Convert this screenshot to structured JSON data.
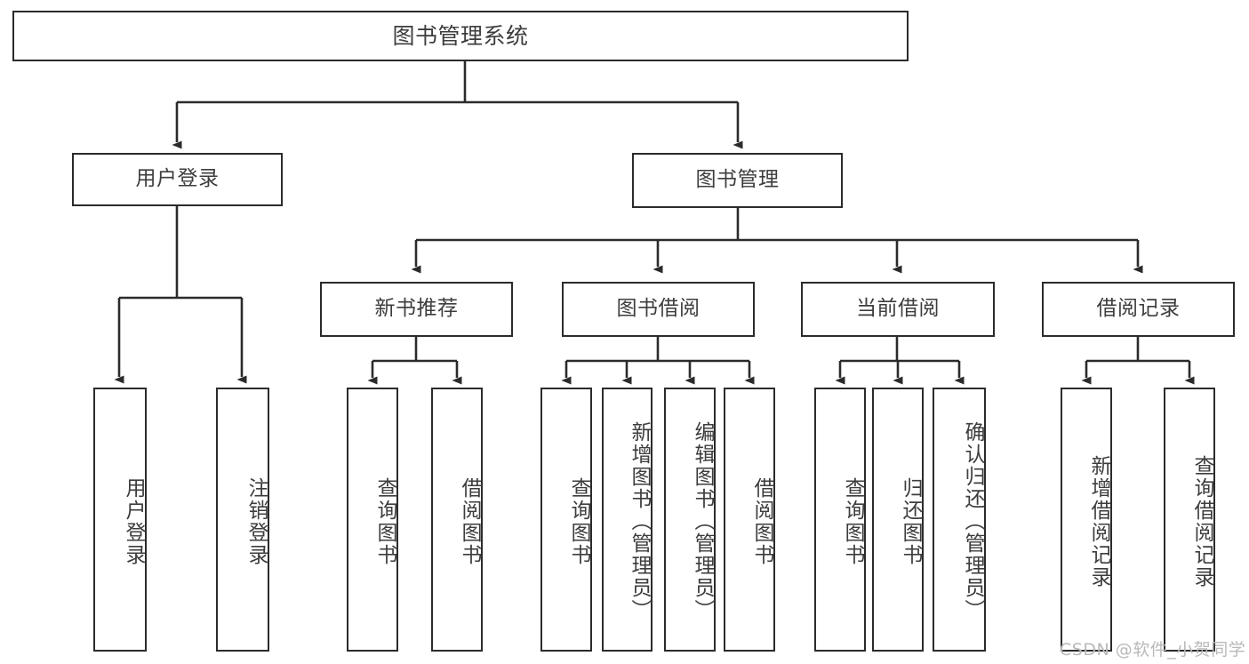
{
  "diagram": {
    "type": "hierarchy-tree",
    "title": "图书管理系统",
    "watermark": "CSDN @软件_小贺同学",
    "colors": {
      "stroke": "#2b2b2b",
      "text": "#3d3d3d",
      "background": "#ffffff",
      "watermark": "#b9b9b9"
    },
    "levels": {
      "root": "图书管理系统",
      "level2": [
        "用户登录",
        "图书管理"
      ],
      "level3": [
        "新书推荐",
        "图书借阅",
        "当前借阅",
        "借阅记录"
      ]
    },
    "nodes": {
      "root": {
        "label": "图书管理系统"
      },
      "user_login": {
        "label": "用户登录"
      },
      "book_manage": {
        "label": "图书管理"
      },
      "new_book_rec": {
        "label": "新书推荐"
      },
      "book_borrow": {
        "label": "图书借阅"
      },
      "current_borrow": {
        "label": "当前借阅"
      },
      "borrow_record": {
        "label": "借阅记录"
      },
      "leaf_user_login": {
        "label": "用户登录"
      },
      "leaf_user_logout": {
        "label": "注销登录"
      },
      "leaf_rec_query": {
        "label": "查询图书"
      },
      "leaf_rec_borrow": {
        "label": "借阅图书"
      },
      "leaf_borrow_query": {
        "label": "查询图书"
      },
      "leaf_borrow_add": {
        "label": "新增图书（管理员）"
      },
      "leaf_borrow_edit": {
        "label": "编辑图书（管理员）"
      },
      "leaf_borrow_do": {
        "label": "借阅图书"
      },
      "leaf_cur_query": {
        "label": "查询图书"
      },
      "leaf_cur_return": {
        "label": "归还图书"
      },
      "leaf_cur_confirm": {
        "label": "确认归还（管理员）"
      },
      "leaf_rec_add": {
        "label": "新增借阅记录"
      },
      "leaf_rec_search": {
        "label": "查询借阅记录"
      }
    },
    "edges": [
      {
        "from": "root",
        "to": "user_login"
      },
      {
        "from": "root",
        "to": "book_manage"
      },
      {
        "from": "user_login",
        "to": "leaf_user_login"
      },
      {
        "from": "user_login",
        "to": "leaf_user_logout"
      },
      {
        "from": "book_manage",
        "to": "new_book_rec"
      },
      {
        "from": "book_manage",
        "to": "book_borrow"
      },
      {
        "from": "book_manage",
        "to": "current_borrow"
      },
      {
        "from": "book_manage",
        "to": "borrow_record"
      },
      {
        "from": "new_book_rec",
        "to": "leaf_rec_query"
      },
      {
        "from": "new_book_rec",
        "to": "leaf_rec_borrow"
      },
      {
        "from": "book_borrow",
        "to": "leaf_borrow_query"
      },
      {
        "from": "book_borrow",
        "to": "leaf_borrow_add"
      },
      {
        "from": "book_borrow",
        "to": "leaf_borrow_edit"
      },
      {
        "from": "book_borrow",
        "to": "leaf_borrow_do"
      },
      {
        "from": "current_borrow",
        "to": "leaf_cur_query"
      },
      {
        "from": "current_borrow",
        "to": "leaf_cur_return"
      },
      {
        "from": "current_borrow",
        "to": "leaf_cur_confirm"
      },
      {
        "from": "borrow_record",
        "to": "leaf_rec_add"
      },
      {
        "from": "borrow_record",
        "to": "leaf_rec_search"
      }
    ]
  }
}
